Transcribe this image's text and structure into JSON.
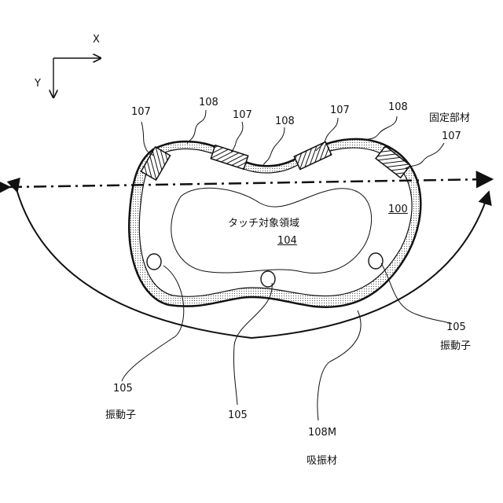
{
  "axes": {
    "x_label": "X",
    "y_label": "Y"
  },
  "labels": {
    "l107a": "107",
    "l108a": "108",
    "l107b": "107",
    "l108b": "108",
    "l107c": "107",
    "l108c": "108",
    "fixing_member": "固定部材",
    "l107d": "107",
    "touch_area": "タッチ対象領域",
    "l104": "104",
    "l100": "100",
    "l105_right": "105",
    "vibrator_right": "振動子",
    "l105_left": "105",
    "vibrator_left": "振動子",
    "l105_center": "105",
    "l108M": "108M",
    "absorber": "吸振材"
  },
  "colors": {
    "line": "#111111",
    "dots": "#555555",
    "hatch": "#111111"
  }
}
